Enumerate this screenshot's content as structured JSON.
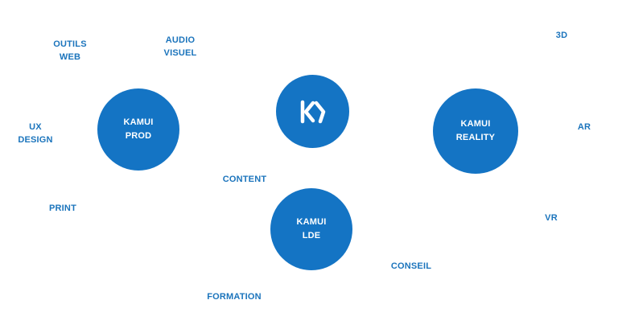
{
  "colors": {
    "node_fill": "#1474c4",
    "tag_text": "#1b74bc",
    "node_text": "#ffffff",
    "background": "#ffffff"
  },
  "nodes": {
    "prod": "KAMUI\nPROD",
    "reality": "KAMUI\nREALITY",
    "lde": "KAMUI\nLDE",
    "logo_icon": "kamui-k-logo-icon"
  },
  "tags": {
    "outils_web": "OUTILS\nWEB",
    "audio_visuel": "AUDIO\nVISUEL",
    "three_d": "3D",
    "ux_design": "UX\nDESIGN",
    "ar": "AR",
    "content": "CONTENT",
    "print": "PRINT",
    "vr": "VR",
    "conseil": "CONSEIL",
    "formation": "FORMATION"
  }
}
